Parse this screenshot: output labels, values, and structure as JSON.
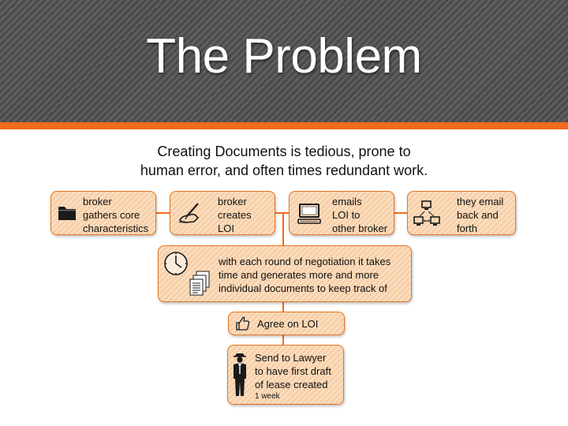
{
  "slide": {
    "title": "The Problem",
    "subtitle": "Creating Documents is tedious, prone to\nhuman error, and often times redundant work."
  },
  "boxes": {
    "broker_gathers": {
      "text": "broker\ngathers core\ncharacteristics",
      "icon": "folder-icon"
    },
    "broker_creates": {
      "text": "broker\ncreates\nLOI",
      "icon": "pen-hand-icon"
    },
    "emails_loi": {
      "text": "emails\nLOI to\nother broker",
      "icon": "computer-icon"
    },
    "email_back": {
      "text": "they email\nback and\nforth",
      "icon": "network-icon"
    },
    "negotiation": {
      "text": "with each round of negotiation it takes\ntime and generates more and more\nindividual documents to keep track of",
      "icons": [
        "clock-icon",
        "documents-icon"
      ]
    },
    "agree": {
      "text": "Agree on LOI",
      "icon": "thumbs-up-icon"
    },
    "lawyer": {
      "text": "Send to Lawyer\nto have first draft\nof lease created",
      "note": "1 week",
      "icon": "lawyer-icon"
    }
  },
  "colors": {
    "accent": "#f26b1d",
    "box_fill": "#f8cfa7",
    "header": "#555555"
  }
}
